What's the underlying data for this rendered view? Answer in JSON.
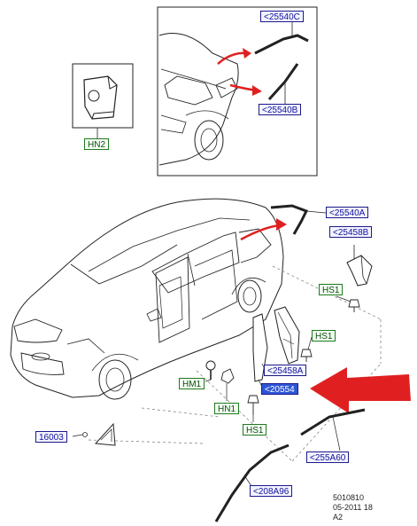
{
  "callouts": {
    "hn2": "HN2",
    "inset_25540c": "<25540C",
    "inset_25540b": "<25540B",
    "c25540a": "<25540A",
    "c25458b": "<25458B",
    "hs1_a": "HS1",
    "hs1_b": "HS1",
    "c25458a": "<25458A",
    "hm1": "HM1",
    "c20554": "<20554",
    "hn1": "HN1",
    "hs1_c": "HS1",
    "c16003": "16003",
    "c255a60": "<255A60",
    "c208a96": "<208A96"
  },
  "doc": {
    "code": "5010810",
    "date": "05-2011 18",
    "sheet": "A2"
  },
  "colors": {
    "line": "#222222",
    "arrow_red": "#e02020",
    "callout_part": "#1a1a8c",
    "callout_hardware": "#1d7a1d",
    "highlight": "#2f56d6"
  }
}
